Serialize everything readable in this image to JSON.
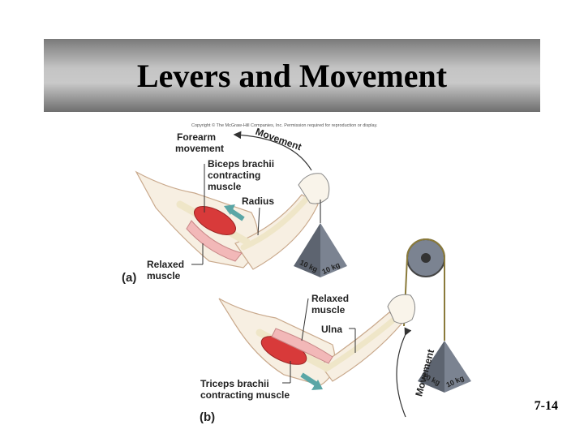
{
  "slide": {
    "title": "Levers and Movement",
    "page_number": "7-14"
  },
  "figure": {
    "copyright": "Copyright © The McGraw-Hill Companies, Inc. Permission required for reproduction or display.",
    "panel_a": {
      "panel_label": "(a)",
      "forearm_movement": [
        "Forearm",
        "movement"
      ],
      "movement_arrow": "Movement",
      "biceps": [
        "Biceps brachii",
        "contracting",
        "muscle"
      ],
      "radius": "Radius",
      "relaxed_muscle": [
        "Relaxed",
        "muscle"
      ],
      "weight_left": "10 kg",
      "weight_right": "10 kg"
    },
    "panel_b": {
      "panel_label": "(b)",
      "relaxed_muscle": [
        "Relaxed",
        "muscle"
      ],
      "ulna": "Ulna",
      "triceps": [
        "Triceps brachii",
        "contracting muscle"
      ],
      "movement_arrow": "Movement",
      "weight_left": "10 kg",
      "weight_right": "10 kg"
    },
    "colors": {
      "muscle": "#d83a3a",
      "bone": "#efe6c8",
      "skin": "#f7efe2",
      "weight": "#6f7785",
      "arrow": "#5aa6a6"
    }
  }
}
